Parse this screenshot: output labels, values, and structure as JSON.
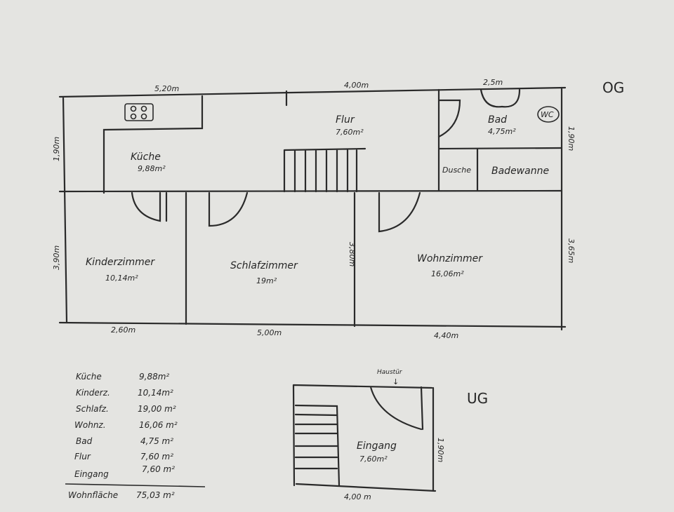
{
  "og": {
    "label": "OG",
    "dims": {
      "top_left": "5,20m",
      "top_mid": "4,00m",
      "top_right": "2,5m",
      "left_upper": "1,90m",
      "left_lower": "3,90m",
      "right_upper": "1,90m",
      "right_lower": "3,65m",
      "mid_vertical": "3,80m",
      "bottom_left": "2,60m",
      "bottom_mid": "5,00m",
      "bottom_right": "4,40m"
    },
    "rooms": {
      "kueche": {
        "name": "Küche",
        "area": "9,88m²"
      },
      "flur": {
        "name": "Flur",
        "area": "7,60m²"
      },
      "bad": {
        "name": "Bad",
        "area": "4,75m²"
      },
      "wc": "WC",
      "dusche": "Dusche",
      "badewanne": "Badewanne",
      "kinderzimmer": {
        "name": "Kinderzimmer",
        "area": "10,14m²"
      },
      "schlafzimmer": {
        "name": "Schlafzimmer",
        "area": "19m²"
      },
      "wohnzimmer": {
        "name": "Wohnzimmer",
        "area": "16,06m²"
      }
    }
  },
  "ug": {
    "label": "UG",
    "haustuer": "Haustür",
    "arrow": "↓",
    "room": {
      "name": "Eingang",
      "area": "7,60m²"
    },
    "dim_bottom": "4,00 m",
    "dim_right": "1,90m"
  },
  "summary": {
    "rows": [
      {
        "room": "Küche",
        "area": "9,88m²"
      },
      {
        "room": "Kinderz.",
        "area": "10,14m²"
      },
      {
        "room": "Schlafz.",
        "area": "19,00 m²"
      },
      {
        "room": "Wohnz.",
        "area": "16,06 m²"
      },
      {
        "room": "Bad",
        "area": "4,75 m²"
      },
      {
        "room": "Flur",
        "area": "7,60 m²"
      },
      {
        "room": "Eingang",
        "area": "7,60 m²"
      }
    ],
    "total_label": "Wohnfläche",
    "total_value": "75,03 m²"
  }
}
